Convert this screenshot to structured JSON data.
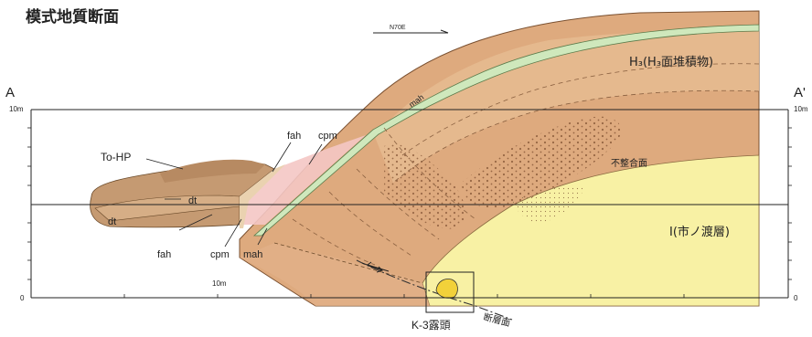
{
  "title": "模式地質断面",
  "direction": "N70E",
  "endpoints": {
    "left": "A",
    "right": "A'"
  },
  "axis": {
    "left_ticks": [
      "10m",
      "0"
    ],
    "right_ticks": [
      "10m",
      "0"
    ],
    "scale_bar": "10m"
  },
  "units": {
    "h3": "H₃(H₃面堆積物)",
    "fuseigo": "不整合面",
    "ichinowatari": "I(市ノ渡層)",
    "fault": "断層面",
    "outcrop": "K-3露頭"
  },
  "labels": {
    "to_hp": "To-HP",
    "fah": "fah",
    "cpm": "cpm",
    "mah": "mah",
    "dt": "dt"
  },
  "colors": {
    "h3_fill": "#deaa7e",
    "h3_light": "#e8be94",
    "i_yellow": "#f8f1a4",
    "mah_green": "#cfe8bc",
    "pink": "#f4c6c4",
    "to_hp": "#c59a72",
    "outcrop": "#f2d13a",
    "lower_slope": "#e2b08a"
  }
}
